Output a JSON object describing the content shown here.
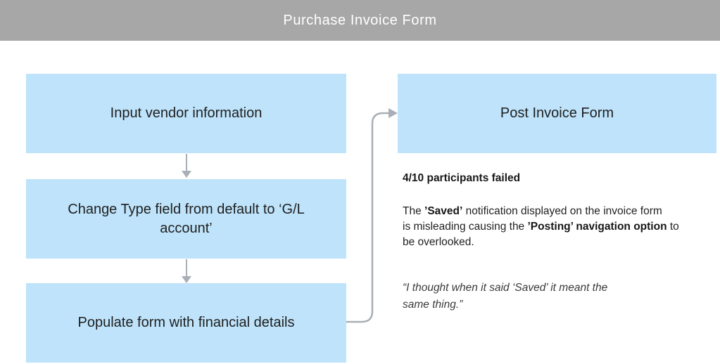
{
  "header": {
    "title": "Purchase Invoice Form"
  },
  "flow": {
    "steps": [
      {
        "label": "Input vendor information"
      },
      {
        "label": "Change Type field from default to ‘G/L account’"
      },
      {
        "label": "Populate form with financial details"
      }
    ],
    "result": {
      "label": "Post Invoice Form"
    },
    "connectors": [
      "arrow-down",
      "arrow-down",
      "elbow-right-up-arrow"
    ]
  },
  "analysis": {
    "heading": "4/10 participants failed",
    "desc": {
      "seg1": "The ",
      "bold1": "’Saved’",
      "seg2": " notification displayed on the invoice form",
      "seg3": "is misleading causing the ",
      "bold2": "’Posting’ navigation option",
      "seg4": " to",
      "seg5": "be overlooked."
    },
    "quote_line1": "“I thought when it said ‘Saved’ it meant the",
    "quote_line2": "same thing.”"
  },
  "colors": {
    "box_fill": "#bee3fa",
    "header_bg": "#a7a7a7",
    "arrow_stroke": "#a9afb6",
    "text_dark": "#1f1f1f"
  }
}
